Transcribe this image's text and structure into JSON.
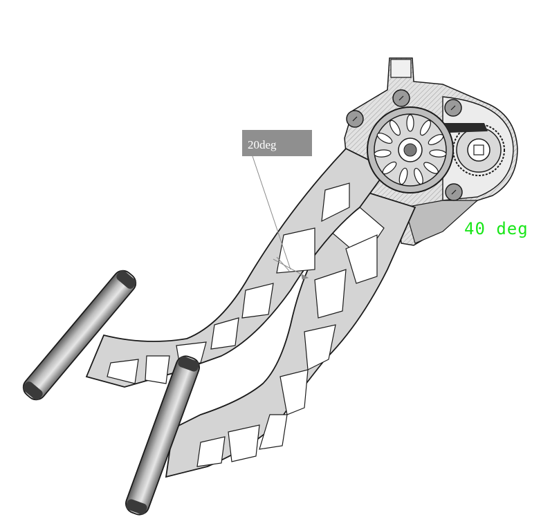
{
  "annotations": {
    "callout_angle": "20deg",
    "rotation_label": "40 deg"
  },
  "colors": {
    "metal_fill": "#d4d4d4",
    "metal_dark": "#8c8c8c",
    "outline": "#1a1a1a",
    "callout_bg": "#8f8f8f",
    "angle_label": "#19e619",
    "background": "#ffffff"
  },
  "parts": [
    "foot-pedal-left",
    "foot-pedal-right",
    "lever-arm-upper",
    "lever-arm-lower",
    "gear-housing",
    "ratchet-gear",
    "small-gear",
    "mount-bolts"
  ]
}
